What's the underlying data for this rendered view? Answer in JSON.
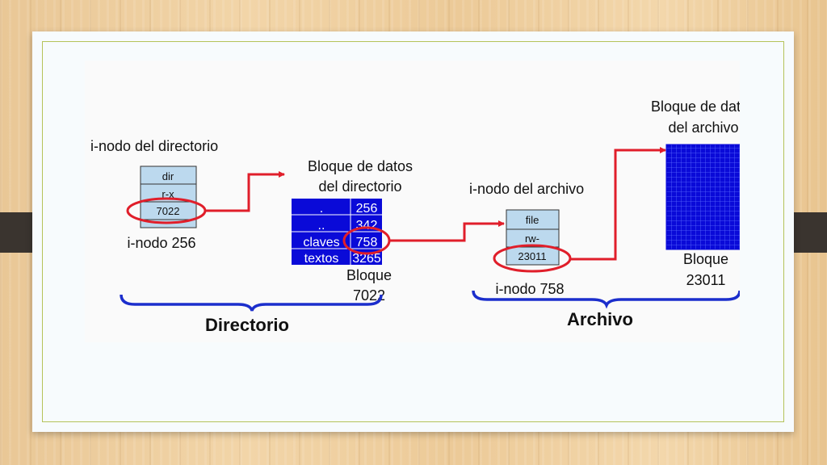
{
  "diagram": {
    "dir_inode": {
      "title": "i-nodo del directorio",
      "rows": [
        "dir",
        "r-x",
        "7022"
      ],
      "caption": "i-nodo 256"
    },
    "dir_block": {
      "title_line1": "Bloque de datos",
      "title_line2": "del directorio",
      "entries": [
        {
          "name": ".",
          "inode": "256"
        },
        {
          "name": "..",
          "inode": "342"
        },
        {
          "name": "claves",
          "inode": "758"
        },
        {
          "name": "textos",
          "inode": "3265"
        }
      ],
      "caption_line1": "Bloque",
      "caption_line2": "7022"
    },
    "file_inode": {
      "title": "i-nodo del archivo",
      "rows": [
        "file",
        "rw-",
        "23011"
      ],
      "caption": "i-nodo 758"
    },
    "file_block": {
      "title_line1": "Bloque de datos",
      "title_line2": "del archivo",
      "caption_line1": "Bloque",
      "caption_line2": "23011"
    },
    "labels": {
      "directorio": "Directorio",
      "archivo": "Archivo"
    },
    "colors": {
      "inode_fill": "#bcd9ee",
      "block_fill": "#0a0ad8",
      "highlight": "#e01e2a",
      "brace": "#1b2ecc",
      "grid_line": "#5a6bff"
    }
  }
}
